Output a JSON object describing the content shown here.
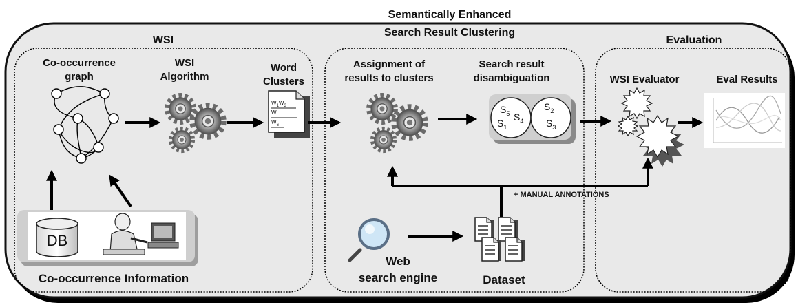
{
  "header": {
    "title_line1": "Semantically Enhanced",
    "title_line2": "Search Result Clustering"
  },
  "wsi": {
    "title": "WSI",
    "cooc_graph_line1": "Co-occurrence",
    "cooc_graph_line2": "graph",
    "algorithm_line1": "WSI",
    "algorithm_line2": "Algorithm",
    "clusters_line1": "Word",
    "clusters_line2": "Clusters",
    "doc_line1a": "W",
    "doc_line1b": "1",
    "doc_line1c": "W",
    "doc_line1d": "3",
    "doc_line2": "W",
    "doc_line3": "W",
    "doc_line3sub": "6",
    "db_label": "DB",
    "info_label": "Co-occurrence Information"
  },
  "srch": {
    "assign_line1": "Assignment of",
    "assign_line2": "results to clusters",
    "disamb_line1": "Search result",
    "disamb_line2": "disambiguation",
    "s5": "S",
    "s5sub": "5",
    "s4": "S",
    "s4sub": "4",
    "s1": "S",
    "s1sub": "1",
    "s2": "S",
    "s2sub": "2",
    "s3": "S",
    "s3sub": "3",
    "manual_annotations": "+ MANUAL ANNOTATIONS",
    "web_line1": "Web",
    "web_line2": "search engine",
    "dataset": "Dataset"
  },
  "eval": {
    "title": "Evaluation",
    "evaluator": "WSI Evaluator",
    "results": "Eval Results"
  }
}
